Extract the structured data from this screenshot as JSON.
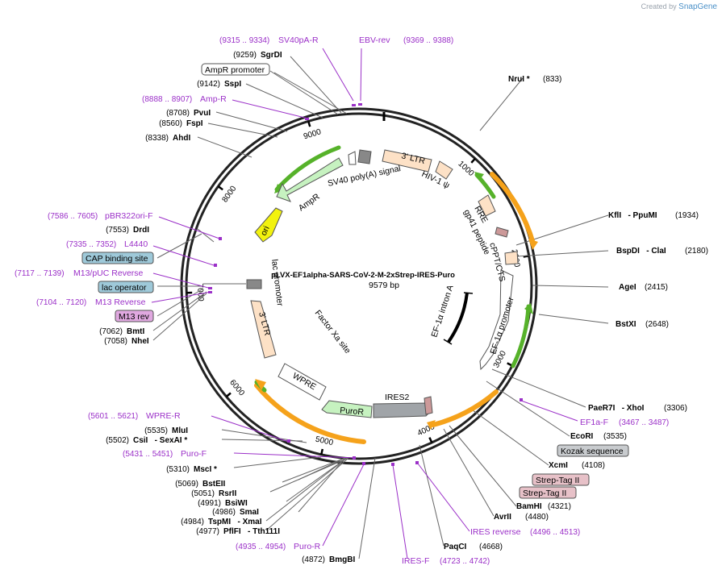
{
  "credit": {
    "prefix": "Created by",
    "brand": "SnapGene"
  },
  "plasmid": {
    "name": "pLVX-EF1alpha-SARS-CoV-2-M-2xStrep-IRES-Puro",
    "length_label": "9579 bp",
    "length": 9579
  },
  "ring_ticks": [
    {
      "bp": 1000,
      "label": "1000"
    },
    {
      "bp": 2000,
      "label": "2000"
    },
    {
      "bp": 3000,
      "label": "3000"
    },
    {
      "bp": 4000,
      "label": "4000"
    },
    {
      "bp": 5000,
      "label": "5000"
    },
    {
      "bp": 6000,
      "label": "6000"
    },
    {
      "bp": 7000,
      "label": "7000"
    },
    {
      "bp": 8000,
      "label": "8000"
    },
    {
      "bp": 9000,
      "label": "9000"
    }
  ],
  "sites": [
    {
      "name": "SgrDI",
      "pos": "(9259)",
      "bp": 9259
    },
    {
      "name": "SspI",
      "pos": "(9142)",
      "bp": 9142
    },
    {
      "name": "PvuI",
      "pos": "(8708)",
      "bp": 8708
    },
    {
      "name": "FspI",
      "pos": "(8560)",
      "bp": 8560
    },
    {
      "name": "AhdI",
      "pos": "(8338)",
      "bp": 8338
    },
    {
      "name": "DrdI",
      "pos": "(7553)",
      "bp": 7553
    },
    {
      "name": "BmtI",
      "pos": "(7062)",
      "bp": 7062
    },
    {
      "name": "NheI",
      "pos": "(7058)",
      "bp": 7058
    },
    {
      "name": "NruI *",
      "pos": "(833)",
      "bp": 833
    },
    {
      "name": "KflI   - PpuMI",
      "pos": "(1934)",
      "bp": 1934
    },
    {
      "name": "BspDI   - ClaI",
      "pos": "(2180)",
      "bp": 2180
    },
    {
      "name": "AgeI",
      "pos": "(2415)",
      "bp": 2415
    },
    {
      "name": "BstXI",
      "pos": "(2648)",
      "bp": 2648
    },
    {
      "name": "PaeR7I   - XhoI",
      "pos": "(3306)",
      "bp": 3306
    },
    {
      "name": "EcoRI",
      "pos": "(3535)",
      "bp": 3535
    },
    {
      "name": "XcmI",
      "pos": "(4108)",
      "bp": 4108
    },
    {
      "name": "BamHI",
      "pos": "(4321)",
      "bp": 4321
    },
    {
      "name": "AvrII",
      "pos": "(4480)",
      "bp": 4480
    },
    {
      "name": "PaqCI",
      "pos": "(4668)",
      "bp": 4668
    },
    {
      "name": "BmgBI",
      "pos": "(4872)",
      "bp": 4872
    },
    {
      "name": "MluI",
      "pos": "(5535)",
      "bp": 5535
    },
    {
      "name": "CsiI   - SexAI *",
      "pos": "(5502)",
      "bp": 5502
    },
    {
      "name": "MscI *",
      "pos": "(5310)",
      "bp": 5310
    },
    {
      "name": "BstEII",
      "pos": "(5069)",
      "bp": 5069
    },
    {
      "name": "RsrII",
      "pos": "(5051)",
      "bp": 5051
    },
    {
      "name": "BsiWI",
      "pos": "(4991)",
      "bp": 4991
    },
    {
      "name": "SmaI",
      "pos": "(4986)",
      "bp": 4986
    },
    {
      "name": "TspMI   - XmaI",
      "pos": "(4984)",
      "bp": 4984
    },
    {
      "name": "PflFI   - Tth111I",
      "pos": "(4977)",
      "bp": 4977
    }
  ],
  "primers": [
    {
      "name": "SV40pA-R",
      "range": "(9315 .. 9334)"
    },
    {
      "name": "EBV-rev",
      "range": "(9369 .. 9388)"
    },
    {
      "name": "Amp-R",
      "range": "(8888 .. 8907)"
    },
    {
      "name": "pBR322ori-F",
      "range": "(7586 .. 7605)"
    },
    {
      "name": "L4440",
      "range": "(7335 .. 7352)"
    },
    {
      "name": "M13/pUC Reverse",
      "range": "(7117 .. 7139)"
    },
    {
      "name": "M13 Reverse",
      "range": "(7104 .. 7120)"
    },
    {
      "name": "EF1a-F",
      "range": "(3467 .. 3487)"
    },
    {
      "name": "IRES reverse",
      "range": "(4496 .. 4513)"
    },
    {
      "name": "IRES-F",
      "range": "(4723 .. 4742)"
    },
    {
      "name": "Puro-R",
      "range": "(4935 .. 4954)"
    },
    {
      "name": "Puro-F",
      "range": "(5431 .. 5451)"
    },
    {
      "name": "WPRE-R",
      "range": "(5601 .. 5621)"
    }
  ],
  "boxed_features": [
    {
      "name": "AmpR promoter",
      "style": "plain"
    },
    {
      "name": "CAP binding site",
      "style": "blue"
    },
    {
      "name": "lac operator",
      "style": "blue"
    },
    {
      "name": "M13 rev",
      "style": "purple"
    },
    {
      "name": "Kozak sequence",
      "style": "gray"
    },
    {
      "name": "Strep-Tag II",
      "style": "pink"
    },
    {
      "name": "Strep-Tag II",
      "style": "pink"
    }
  ],
  "features": [
    {
      "name": "3' LTR"
    },
    {
      "name": "HIV-1 ψ"
    },
    {
      "name": "SV40 poly(A) signal"
    },
    {
      "name": "AmpR"
    },
    {
      "name": "ori"
    },
    {
      "name": "RRE"
    },
    {
      "name": "gp41 peptide"
    },
    {
      "name": "cPPT/CTS"
    },
    {
      "name": "lac promoter"
    },
    {
      "name": "3' LTR"
    },
    {
      "name": "EF-1α intron A"
    },
    {
      "name": "EF-1α promoter"
    },
    {
      "name": "Factor Xa site"
    },
    {
      "name": "WPRE"
    },
    {
      "name": "PuroR"
    },
    {
      "name": "IRES2"
    }
  ],
  "colors": {
    "primer": "#9b30c8",
    "orf": "#f5a21b",
    "green": "#56b22a",
    "ampr": "#c6f2c0",
    "ori": "#f2f20e",
    "ltr": "#fde1c6"
  }
}
